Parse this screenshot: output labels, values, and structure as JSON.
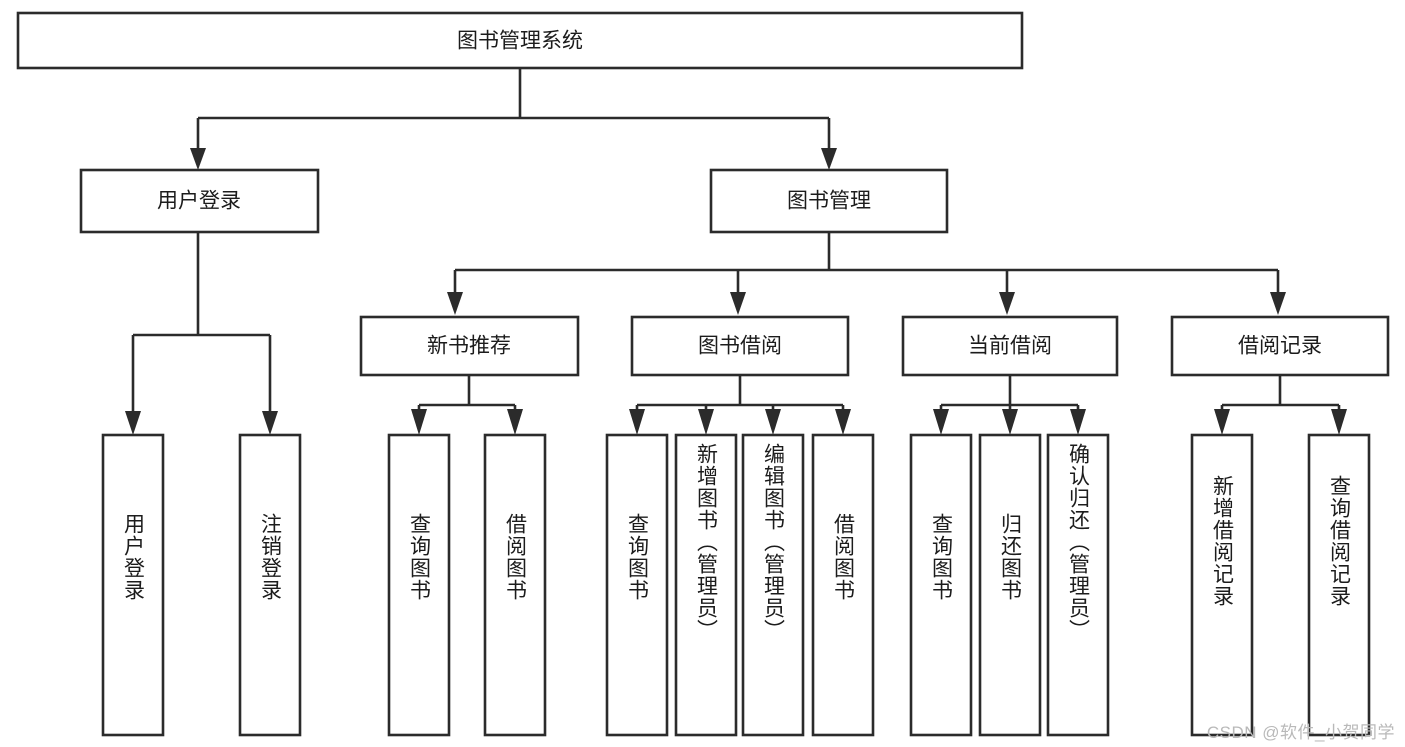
{
  "diagram": {
    "title": "图书管理系统",
    "type": "tree-hierarchy-diagram",
    "watermark": "CSDN @软件_小贺同学",
    "style": {
      "box_fill": "#ffffff",
      "box_stroke": "#2b2b2b",
      "text_color": "#1c1c1c",
      "watermark_color": "#b9b9b9",
      "background": "#ffffff"
    },
    "root": {
      "label": "图书管理系统"
    },
    "level2": [
      {
        "id": "user-login",
        "label": "用户登录"
      },
      {
        "id": "book-manage",
        "label": "图书管理"
      }
    ],
    "level3": [
      {
        "id": "new-book-recommend",
        "label": "新书推荐"
      },
      {
        "id": "book-borrow",
        "label": "图书借阅"
      },
      {
        "id": "current-borrow",
        "label": "当前借阅"
      },
      {
        "id": "borrow-record",
        "label": "借阅记录"
      }
    ],
    "leaves": {
      "user-login": [
        {
          "id": "leaf-user-login",
          "label": "用户登录"
        },
        {
          "id": "leaf-logout-login",
          "label": "注销登录"
        }
      ],
      "new-book-recommend": [
        {
          "id": "leaf-query-book-1",
          "label": "查询图书"
        },
        {
          "id": "leaf-borrow-book-1",
          "label": "借阅图书"
        }
      ],
      "book-borrow": [
        {
          "id": "leaf-query-book-2",
          "label": "查询图书"
        },
        {
          "id": "leaf-add-book",
          "label": "新增图书（管理员）"
        },
        {
          "id": "leaf-edit-book",
          "label": "编辑图书（管理员）"
        },
        {
          "id": "leaf-borrow-book-2",
          "label": "借阅图书"
        }
      ],
      "current-borrow": [
        {
          "id": "leaf-query-book-3",
          "label": "查询图书"
        },
        {
          "id": "leaf-return-book",
          "label": "归还图书"
        },
        {
          "id": "leaf-confirm-return",
          "label": "确认归还（管理员）"
        }
      ],
      "borrow-record": [
        {
          "id": "leaf-add-record",
          "label": "新增借阅记录"
        },
        {
          "id": "leaf-query-record",
          "label": "查询借阅记录"
        }
      ]
    }
  }
}
